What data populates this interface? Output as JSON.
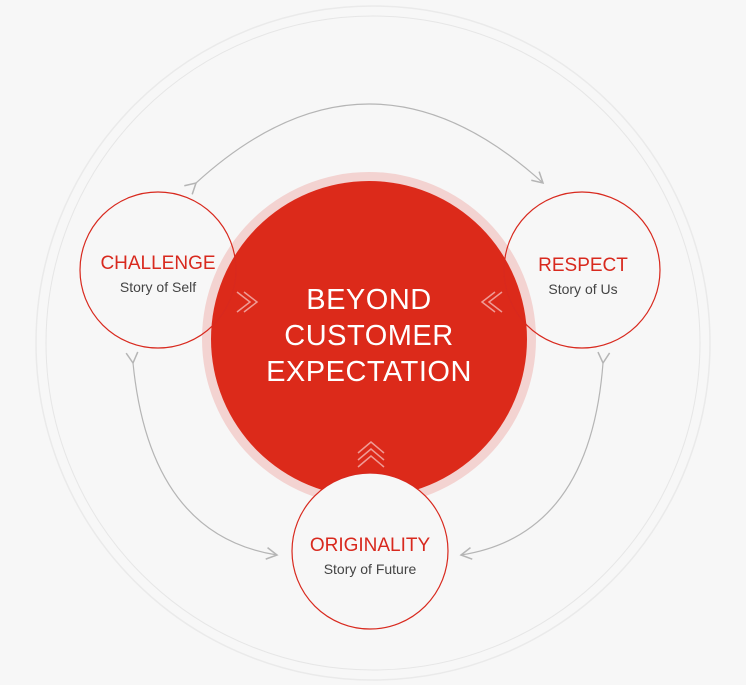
{
  "center": {
    "lines": [
      "BEYOND",
      "CUSTOMER",
      "EXPECTATION"
    ]
  },
  "nodes": [
    {
      "id": "challenge",
      "title": "CHALLENGE",
      "subtitle": "Story of Self"
    },
    {
      "id": "respect",
      "title": "RESPECT",
      "subtitle": "Story of Us"
    },
    {
      "id": "originality",
      "title": "ORIGINALITY",
      "subtitle": "Story of Future"
    }
  ],
  "colors": {
    "accent": "#d8291e",
    "center_fill": "#dc2a1a",
    "halo": "#f3d3d1",
    "arrow": "#b5b5b5",
    "chevron": "#ef9b95",
    "text_dark": "#444444"
  }
}
